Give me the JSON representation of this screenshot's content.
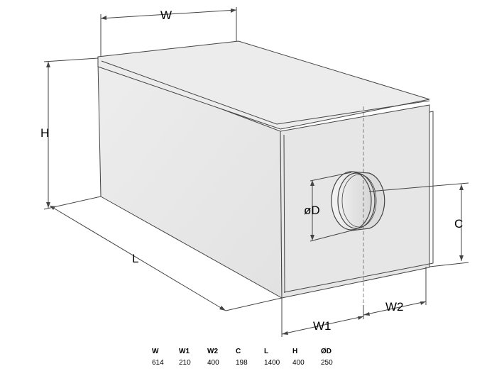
{
  "labels": {
    "W": "W",
    "H": "H",
    "L": "L",
    "D": "øD",
    "C": "C",
    "W1": "W1",
    "W2": "W2"
  },
  "table": {
    "headers": [
      "W",
      "W1",
      "W2",
      "C",
      "L",
      "H",
      "ØD"
    ],
    "values": [
      "614",
      "210",
      "400",
      "198",
      "1400",
      "400",
      "250"
    ]
  },
  "colors": {
    "box_fill": "#e9e9e9",
    "box_top": "#ececec",
    "line": "#444444"
  }
}
